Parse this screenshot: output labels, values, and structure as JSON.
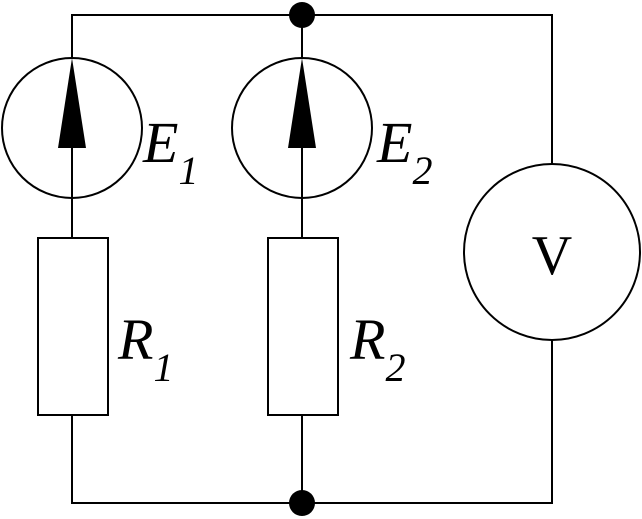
{
  "colors": {
    "ink": "#000000",
    "background": "#ffffff"
  },
  "components": {
    "source_1": {
      "letter": "E",
      "index": "1",
      "icon": "arrow-up-icon"
    },
    "source_2": {
      "letter": "E",
      "index": "2",
      "icon": "arrow-up-icon"
    },
    "resistor_1": {
      "letter": "R",
      "index": "1"
    },
    "resistor_2": {
      "letter": "R",
      "index": "2"
    },
    "voltmeter": {
      "label": "V"
    }
  }
}
